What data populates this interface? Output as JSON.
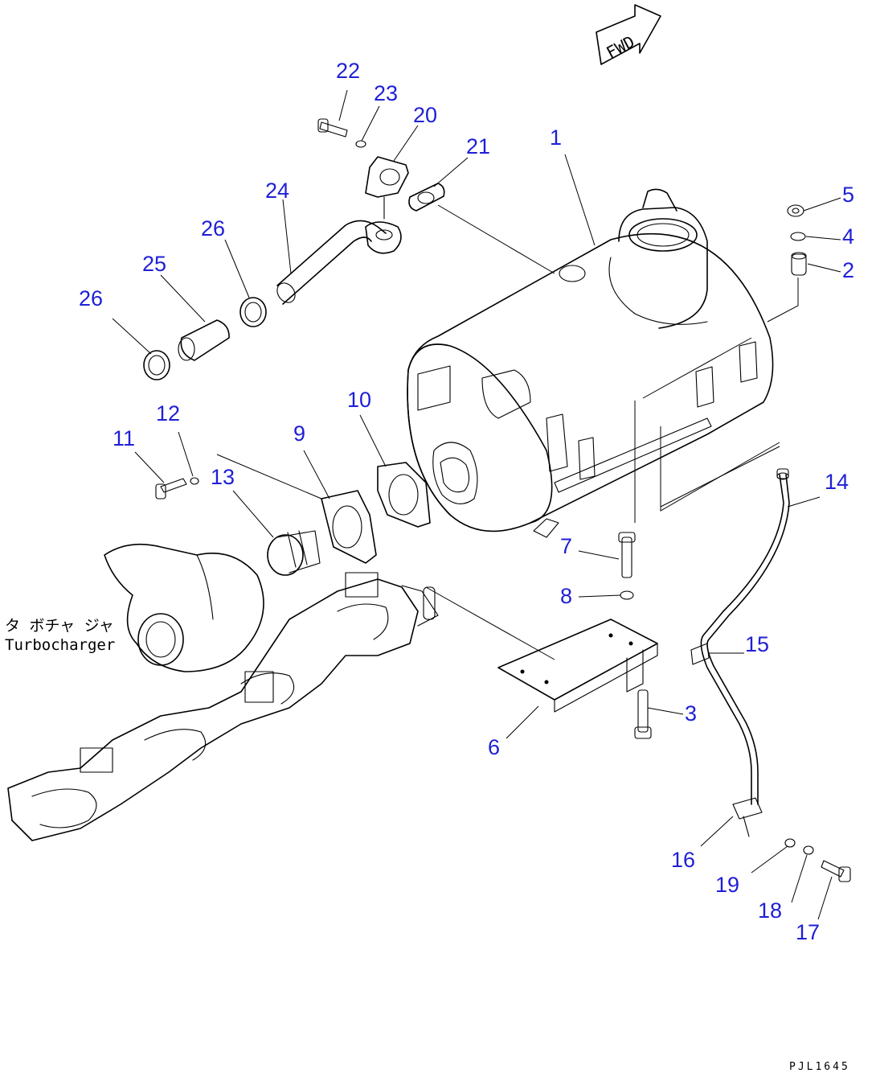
{
  "fwd_label": "FWD",
  "turbocharger_label_jp": "タ ボチャ ジャ",
  "turbocharger_label_en": "Turbocharger",
  "drawing_code": "PJL1645",
  "callouts": {
    "c1": "1",
    "c2": "2",
    "c3": "3",
    "c4": "4",
    "c5": "5",
    "c6": "6",
    "c7": "7",
    "c8": "8",
    "c9": "9",
    "c10": "10",
    "c11": "11",
    "c12": "12",
    "c13": "13",
    "c14": "14",
    "c15": "15",
    "c16": "16",
    "c17": "17",
    "c18": "18",
    "c19": "19",
    "c20": "20",
    "c21": "21",
    "c22": "22",
    "c23": "23",
    "c24": "24",
    "c25": "25",
    "c26a": "26",
    "c26b": "26"
  },
  "colors": {
    "callout": "#1f1fd6",
    "line": "#000000",
    "background": "#ffffff"
  }
}
